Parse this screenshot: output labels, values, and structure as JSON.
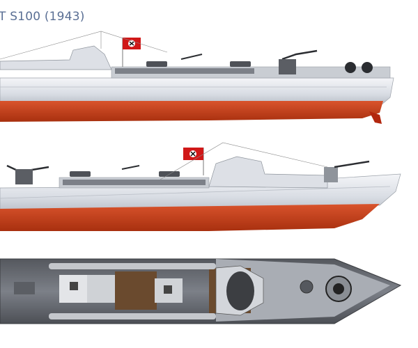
{
  "title": "T S100 (1943)",
  "colors": {
    "hull_upper": "#e6e9ee",
    "hull_lower": "#c8401f",
    "deck": "#6b6e74",
    "flag": "#d01818",
    "title": "#5a6f94"
  },
  "views": [
    "starboard-profile",
    "port-profile",
    "top-plan"
  ]
}
